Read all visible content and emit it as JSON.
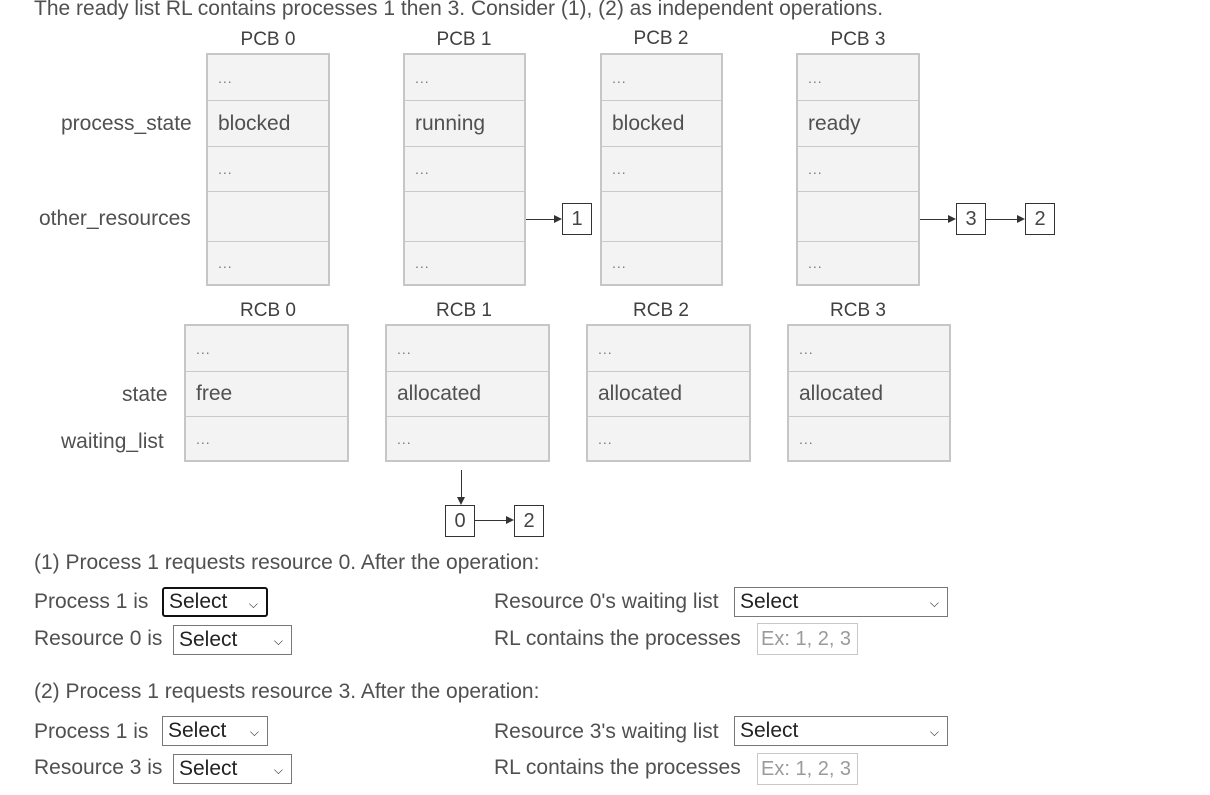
{
  "intro": "The ready list RL contains processes 1 then 3. Consider (1), (2) as independent operations.",
  "pcb_labels": {
    "process_state": "process_state",
    "other_resources": "other_resources"
  },
  "pcbs": [
    {
      "title": "PCB 0",
      "c0": "...",
      "state": "blocked",
      "c2": "...",
      "c4": "..."
    },
    {
      "title": "PCB 1",
      "c0": "...",
      "state": "running",
      "c2": "...",
      "c4": "..."
    },
    {
      "title": "PCB 2",
      "c0": "...",
      "state": "blocked",
      "c2": "...",
      "c4": "..."
    },
    {
      "title": "PCB 3",
      "c0": "...",
      "state": "ready",
      "c2": "...",
      "c4": "..."
    }
  ],
  "pcb_links": {
    "pcb1": [
      "1"
    ],
    "pcb3": [
      "3",
      "2"
    ]
  },
  "rcb_labels": {
    "state": "state",
    "waiting_list": "waiting_list"
  },
  "rcbs": [
    {
      "title": "RCB 0",
      "c0": "...",
      "state": "free",
      "wait": "..."
    },
    {
      "title": "RCB 1",
      "c0": "...",
      "state": "allocated",
      "wait": "..."
    },
    {
      "title": "RCB 2",
      "c0": "...",
      "state": "allocated",
      "wait": "..."
    },
    {
      "title": "RCB 3",
      "c0": "...",
      "state": "allocated",
      "wait": "..."
    }
  ],
  "rcb_links": {
    "rcb1": [
      "0",
      "2"
    ]
  },
  "q1": {
    "heading": "(1) Process 1 requests resource 0. After the operation:",
    "p_label": "Process 1 is",
    "p_select": "Select",
    "r_label": "Resource 0 is",
    "r_select": "Select",
    "w_label": "Resource 0's waiting list",
    "w_select": "Select",
    "rl_label": "RL contains the processes",
    "rl_placeholder": "Ex: 1, 2, 3"
  },
  "q2": {
    "heading": "(2) Process 1 requests resource 3. After the operation:",
    "p_label": "Process 1 is",
    "p_select": "Select",
    "r_label": "Resource 3 is",
    "r_select": "Select",
    "w_label": "Resource 3's waiting list",
    "w_select": "Select",
    "rl_label": "RL contains the processes",
    "rl_placeholder": "Ex: 1, 2, 3"
  },
  "icons": {
    "dropdown": "chevron-down-icon",
    "link_arrow": "arrow-right-icon",
    "list_arrow": "arrow-down-icon"
  }
}
